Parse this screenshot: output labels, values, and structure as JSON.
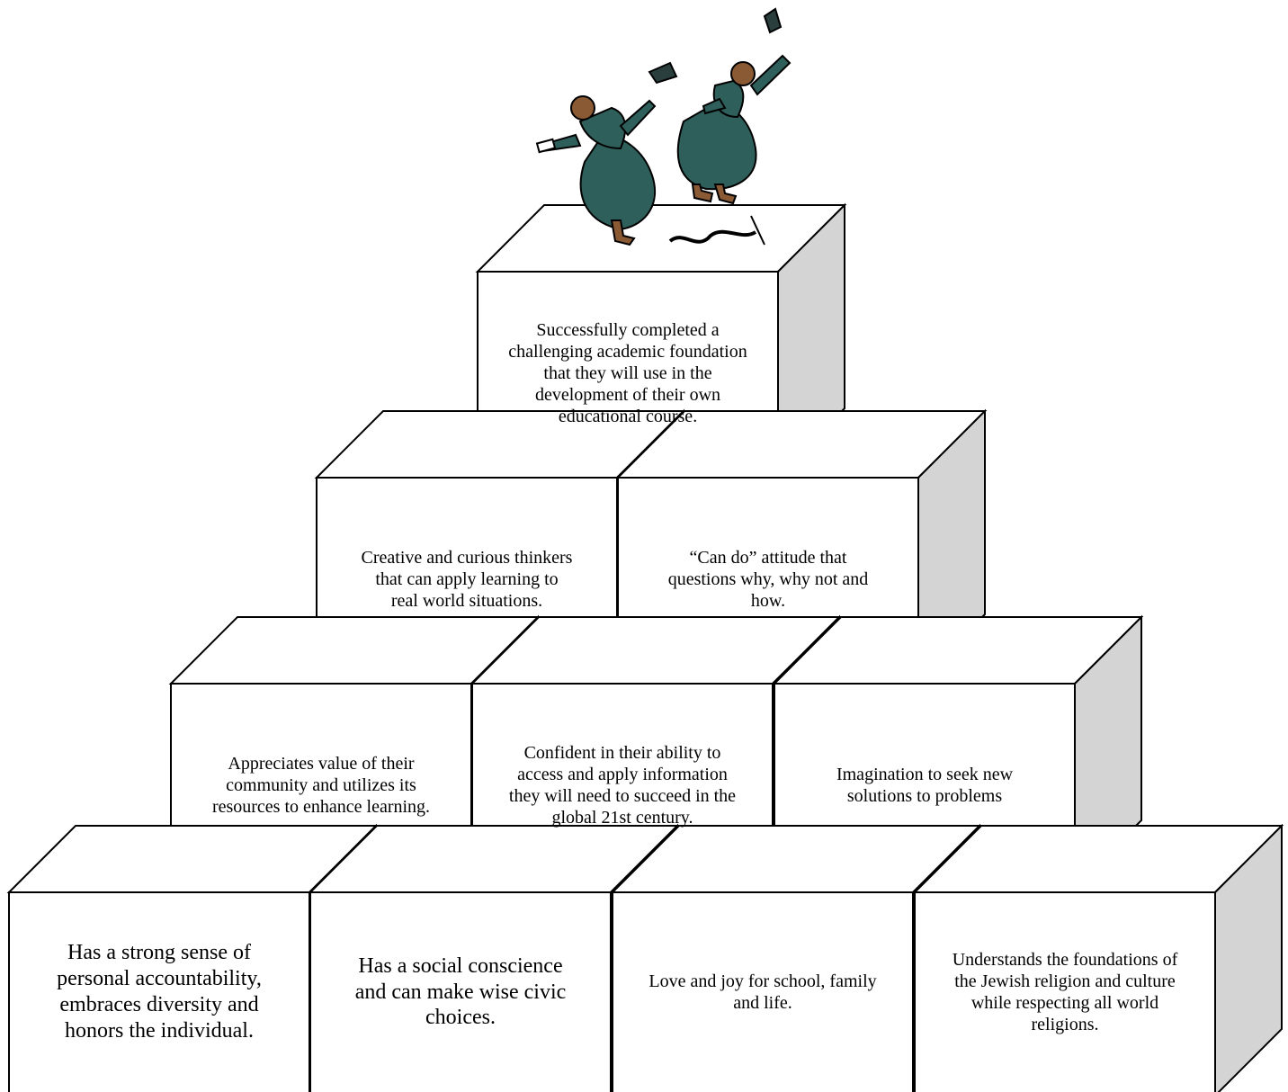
{
  "pyramid": {
    "rows": [
      {
        "row_name": "top",
        "blocks": [
          {
            "name": "block-academic-foundation",
            "text": "Successfully completed a challenging academic foundation that they will use in the development of their own educational course."
          }
        ]
      },
      {
        "row_name": "second",
        "blocks": [
          {
            "name": "block-creative-thinkers",
            "text": "Creative and curious thinkers that can apply learning to real world situations."
          },
          {
            "name": "block-can-do-attitude",
            "text": "“Can do” attitude that questions why, why not and how."
          }
        ]
      },
      {
        "row_name": "third",
        "blocks": [
          {
            "name": "block-community-value",
            "text": "Appreciates value of their community and utilizes its resources to enhance learning."
          },
          {
            "name": "block-confident-access",
            "text": "Confident in their ability to access and apply information they will need to succeed in the global 21st century."
          },
          {
            "name": "block-imagination",
            "text": "Imagination to seek new solutions to problems"
          }
        ]
      },
      {
        "row_name": "bottom",
        "blocks": [
          {
            "name": "block-accountability",
            "text": "Has a strong sense of personal accountability, embraces diversity and honors the individual."
          },
          {
            "name": "block-social-conscience",
            "text": "Has a social conscience and can make wise civic choices."
          },
          {
            "name": "block-love-and-joy",
            "text": "Love and joy for school, family and life."
          },
          {
            "name": "block-jewish-foundations",
            "text": "Understands the foundations of the Jewish religion and culture while respecting all world religions."
          }
        ]
      }
    ]
  },
  "illustration": {
    "icon": "graduates-celebrating-icon",
    "gown_color": "#2f5f5b",
    "skin_color": "#8a5a35"
  },
  "colors": {
    "face": "#ffffff",
    "side": "#d4d4d4",
    "top": "#ffffff",
    "stroke": "#000000"
  }
}
